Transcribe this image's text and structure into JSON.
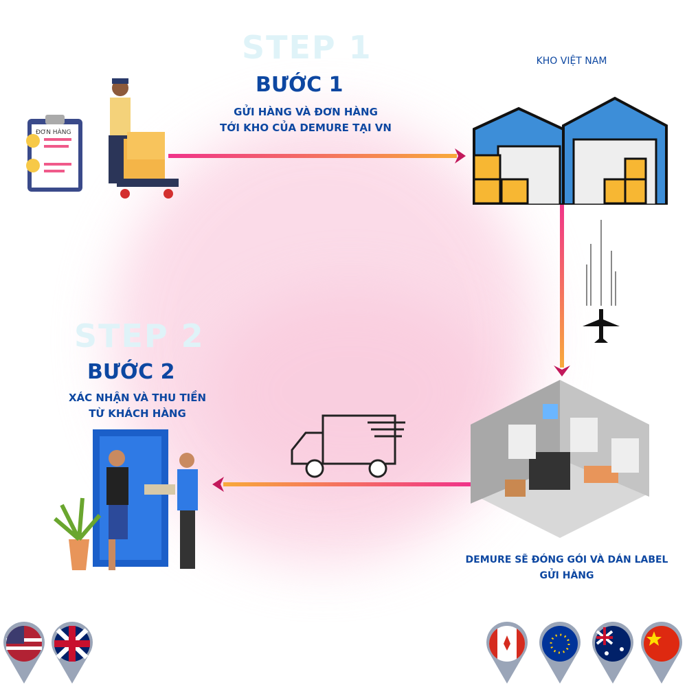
{
  "step1": {
    "ghost": "STEP 1",
    "title": "BƯỚC 1",
    "line1": "GỬI HÀNG VÀ ĐƠN HÀNG",
    "line2": "TỚI KHO CỦA DEMURE TẠI VN",
    "clipboard_label": "ĐƠN HÀNG"
  },
  "warehouse": {
    "label": "KHO VIỆT NAM"
  },
  "step2": {
    "ghost": "STEP 2",
    "title": "BƯỚC 2",
    "line1": "XÁC NHẬN VÀ THU TIỀN",
    "line2": "TỪ KHÁCH HÀNG"
  },
  "packing": {
    "line1": "DEMURE SẼ ĐÓNG GÓI VÀ DÁN LABEL",
    "line2": "GỬI HÀNG"
  },
  "flags_left": [
    "us-flag",
    "uk-flag"
  ],
  "flags_right": [
    "canada-flag",
    "eu-flag",
    "australia-flag",
    "china-flag"
  ],
  "colors": {
    "primary": "#0d47a1",
    "pink": "#f0338a",
    "orange": "#f8a93a"
  }
}
